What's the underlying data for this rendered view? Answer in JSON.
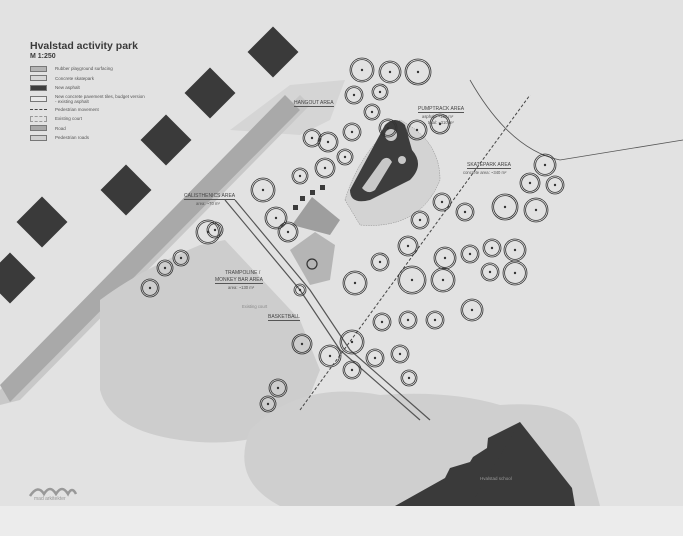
{
  "title": "Hvalstad activity park",
  "scale": "M 1:250",
  "legend": [
    {
      "label": "Rubber playground surfacing",
      "color": "#b4b4b4"
    },
    {
      "label": "Concrete skatepark",
      "color": "#d6d6d6"
    },
    {
      "label": "New asphalt",
      "color": "#3d3d3d"
    },
    {
      "label": "New concrete pavement tiles, budget version - existing asphalt",
      "color": "#e8e8e8"
    },
    {
      "label": "Pedestrian movement",
      "color": "#555555"
    },
    {
      "label": "Existing court",
      "color": "#e0e0e0"
    },
    {
      "label": "Road",
      "color": "#a8a8a8"
    },
    {
      "label": "Pedestrian roads",
      "color": "#cfcfcf"
    }
  ],
  "areas": {
    "hangout": {
      "name": "HANGOUT AREA"
    },
    "pumptrack": {
      "name": "PUMPTRACK AREA",
      "line1": "asphalt: ~180 m²",
      "line2": "total: ~310 m²"
    },
    "skatepark": {
      "name": "SKATEPARK AREA",
      "line1": "concrete area: ~340 m²"
    },
    "calisthenics": {
      "name": "CALISTHENICS AREA",
      "line1": "area: ~70 m²"
    },
    "trampoline": {
      "name1": "TRAMPOLINE /",
      "name2": "MONKEY BAR AREA",
      "line1": "area: ~130 m²"
    },
    "existing_court": "Existing court",
    "basketball": "BASKETBALL",
    "school": "Hvalstad school"
  },
  "logo_text": "mad arkitekter"
}
